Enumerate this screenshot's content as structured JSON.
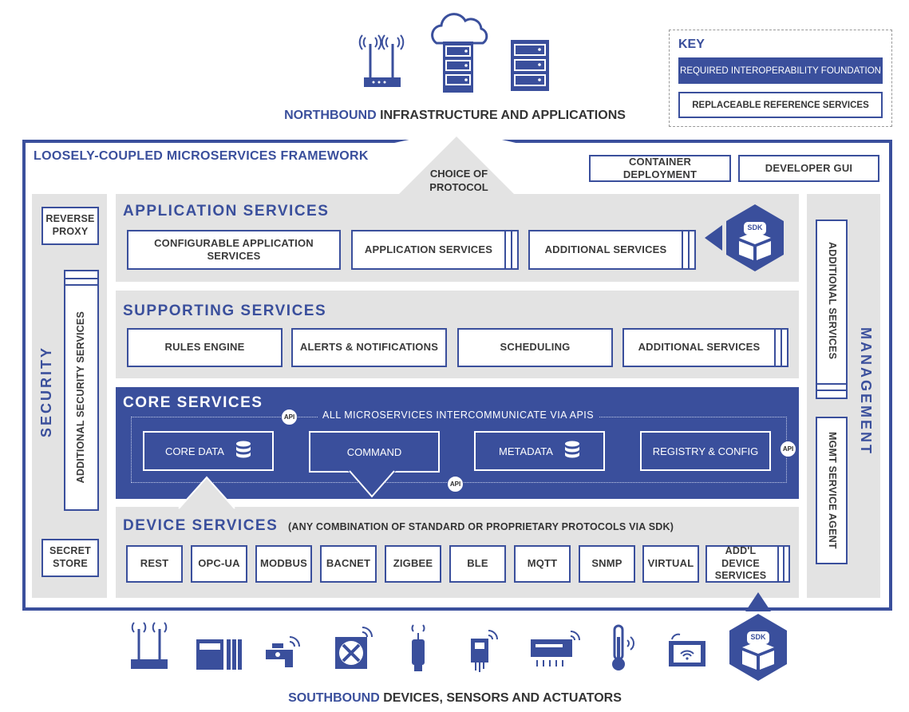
{
  "northbound": {
    "highlight": "NORTHBOUND",
    "rest": "INFRASTRUCTURE AND APPLICATIONS"
  },
  "southbound": {
    "highlight": "SOUTHBOUND",
    "rest": "DEVICES, SENSORS AND ACTUATORS"
  },
  "key": {
    "title": "KEY",
    "required": "REQUIRED INTEROPERABILITY FOUNDATION",
    "replaceable": "REPLACEABLE REFERENCE SERVICES"
  },
  "framework": {
    "title": "LOOSELY-COUPLED MICROSERVICES FRAMEWORK",
    "choice_of_protocol": "CHOICE OF PROTOCOL",
    "container_deployment": "CONTAINER DEPLOYMENT",
    "developer_gui": "DEVELOPER GUI"
  },
  "security": {
    "label": "SECURITY",
    "reverse_proxy": "REVERSE PROXY",
    "additional": "ADDITIONAL SECURITY SERVICES",
    "secret_store": "SECRET STORE"
  },
  "management": {
    "label": "MANAGEMENT",
    "additional": "ADDITIONAL SERVICES",
    "agent": "MGMT SERVICE AGENT"
  },
  "application": {
    "title": "APPLICATION SERVICES",
    "items": [
      "CONFIGURABLE APPLICATION SERVICES",
      "APPLICATION SERVICES",
      "ADDITIONAL SERVICES"
    ],
    "sdk": "SDK"
  },
  "supporting": {
    "title": "SUPPORTING SERVICES",
    "items": [
      "RULES ENGINE",
      "ALERTS & NOTIFICATIONS",
      "SCHEDULING",
      "ADDITIONAL SERVICES"
    ]
  },
  "core": {
    "title": "CORE SERVICES",
    "apis_note": "ALL MICROSERVICES INTERCOMMUNICATE VIA APIS",
    "api": "API",
    "items": [
      "CORE DATA",
      "COMMAND",
      "METADATA",
      "REGISTRY & CONFIG"
    ]
  },
  "device": {
    "title": "DEVICE SERVICES",
    "subtitle": "(ANY COMBINATION OF STANDARD OR PROPRIETARY PROTOCOLS VIA SDK)",
    "items": [
      "REST",
      "OPC-UA",
      "MODBUS",
      "BACNET",
      "ZIGBEE",
      "BLE",
      "MQTT",
      "SNMP",
      "VIRTUAL",
      "ADD'L DEVICE SERVICES"
    ],
    "sdk": "SDK"
  },
  "colors": {
    "accent": "#3a4f9c",
    "panel": "#e3e3e3"
  }
}
